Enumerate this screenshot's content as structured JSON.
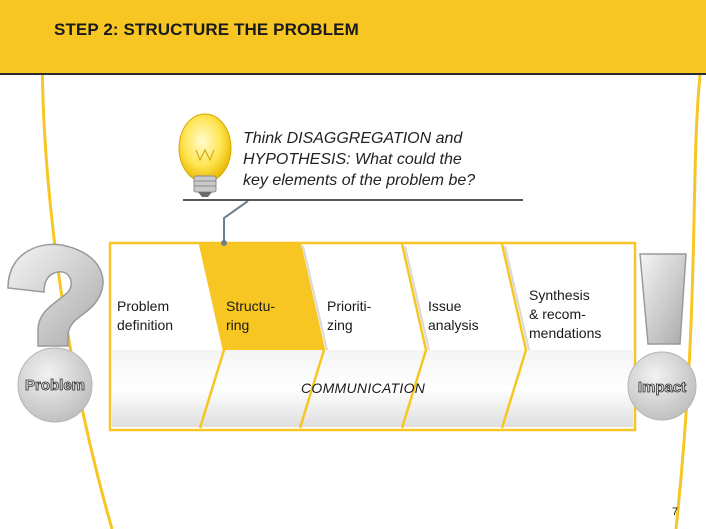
{
  "header": {
    "title": "STEP 2: STRUCTURE THE PROBLEM",
    "background_color": "#f7c623"
  },
  "hint": {
    "icon": "lightbulb-icon",
    "text": "Think DISAGGREGATION and\nHYPOTHESIS: What could the\nkey elements of the problem be?"
  },
  "process": {
    "steps": [
      {
        "label": "Problem\ndefinition",
        "active": false
      },
      {
        "label": "Structu-\nring",
        "active": true
      },
      {
        "label": "Prioriti-\nzing",
        "active": false
      },
      {
        "label": "Issue\nanalysis",
        "active": false
      },
      {
        "label": "Synthesis\n& recom-\nmendations",
        "active": false
      }
    ],
    "communication_label": "COMMUNICATION",
    "accent_color": "#f7c623",
    "active_color": "#f7c623"
  },
  "start": {
    "icon": "question-mark-icon",
    "label": "Problem"
  },
  "end": {
    "icon": "exclamation-mark-icon",
    "label": "Impact"
  },
  "footer": {
    "page_number": "7"
  }
}
